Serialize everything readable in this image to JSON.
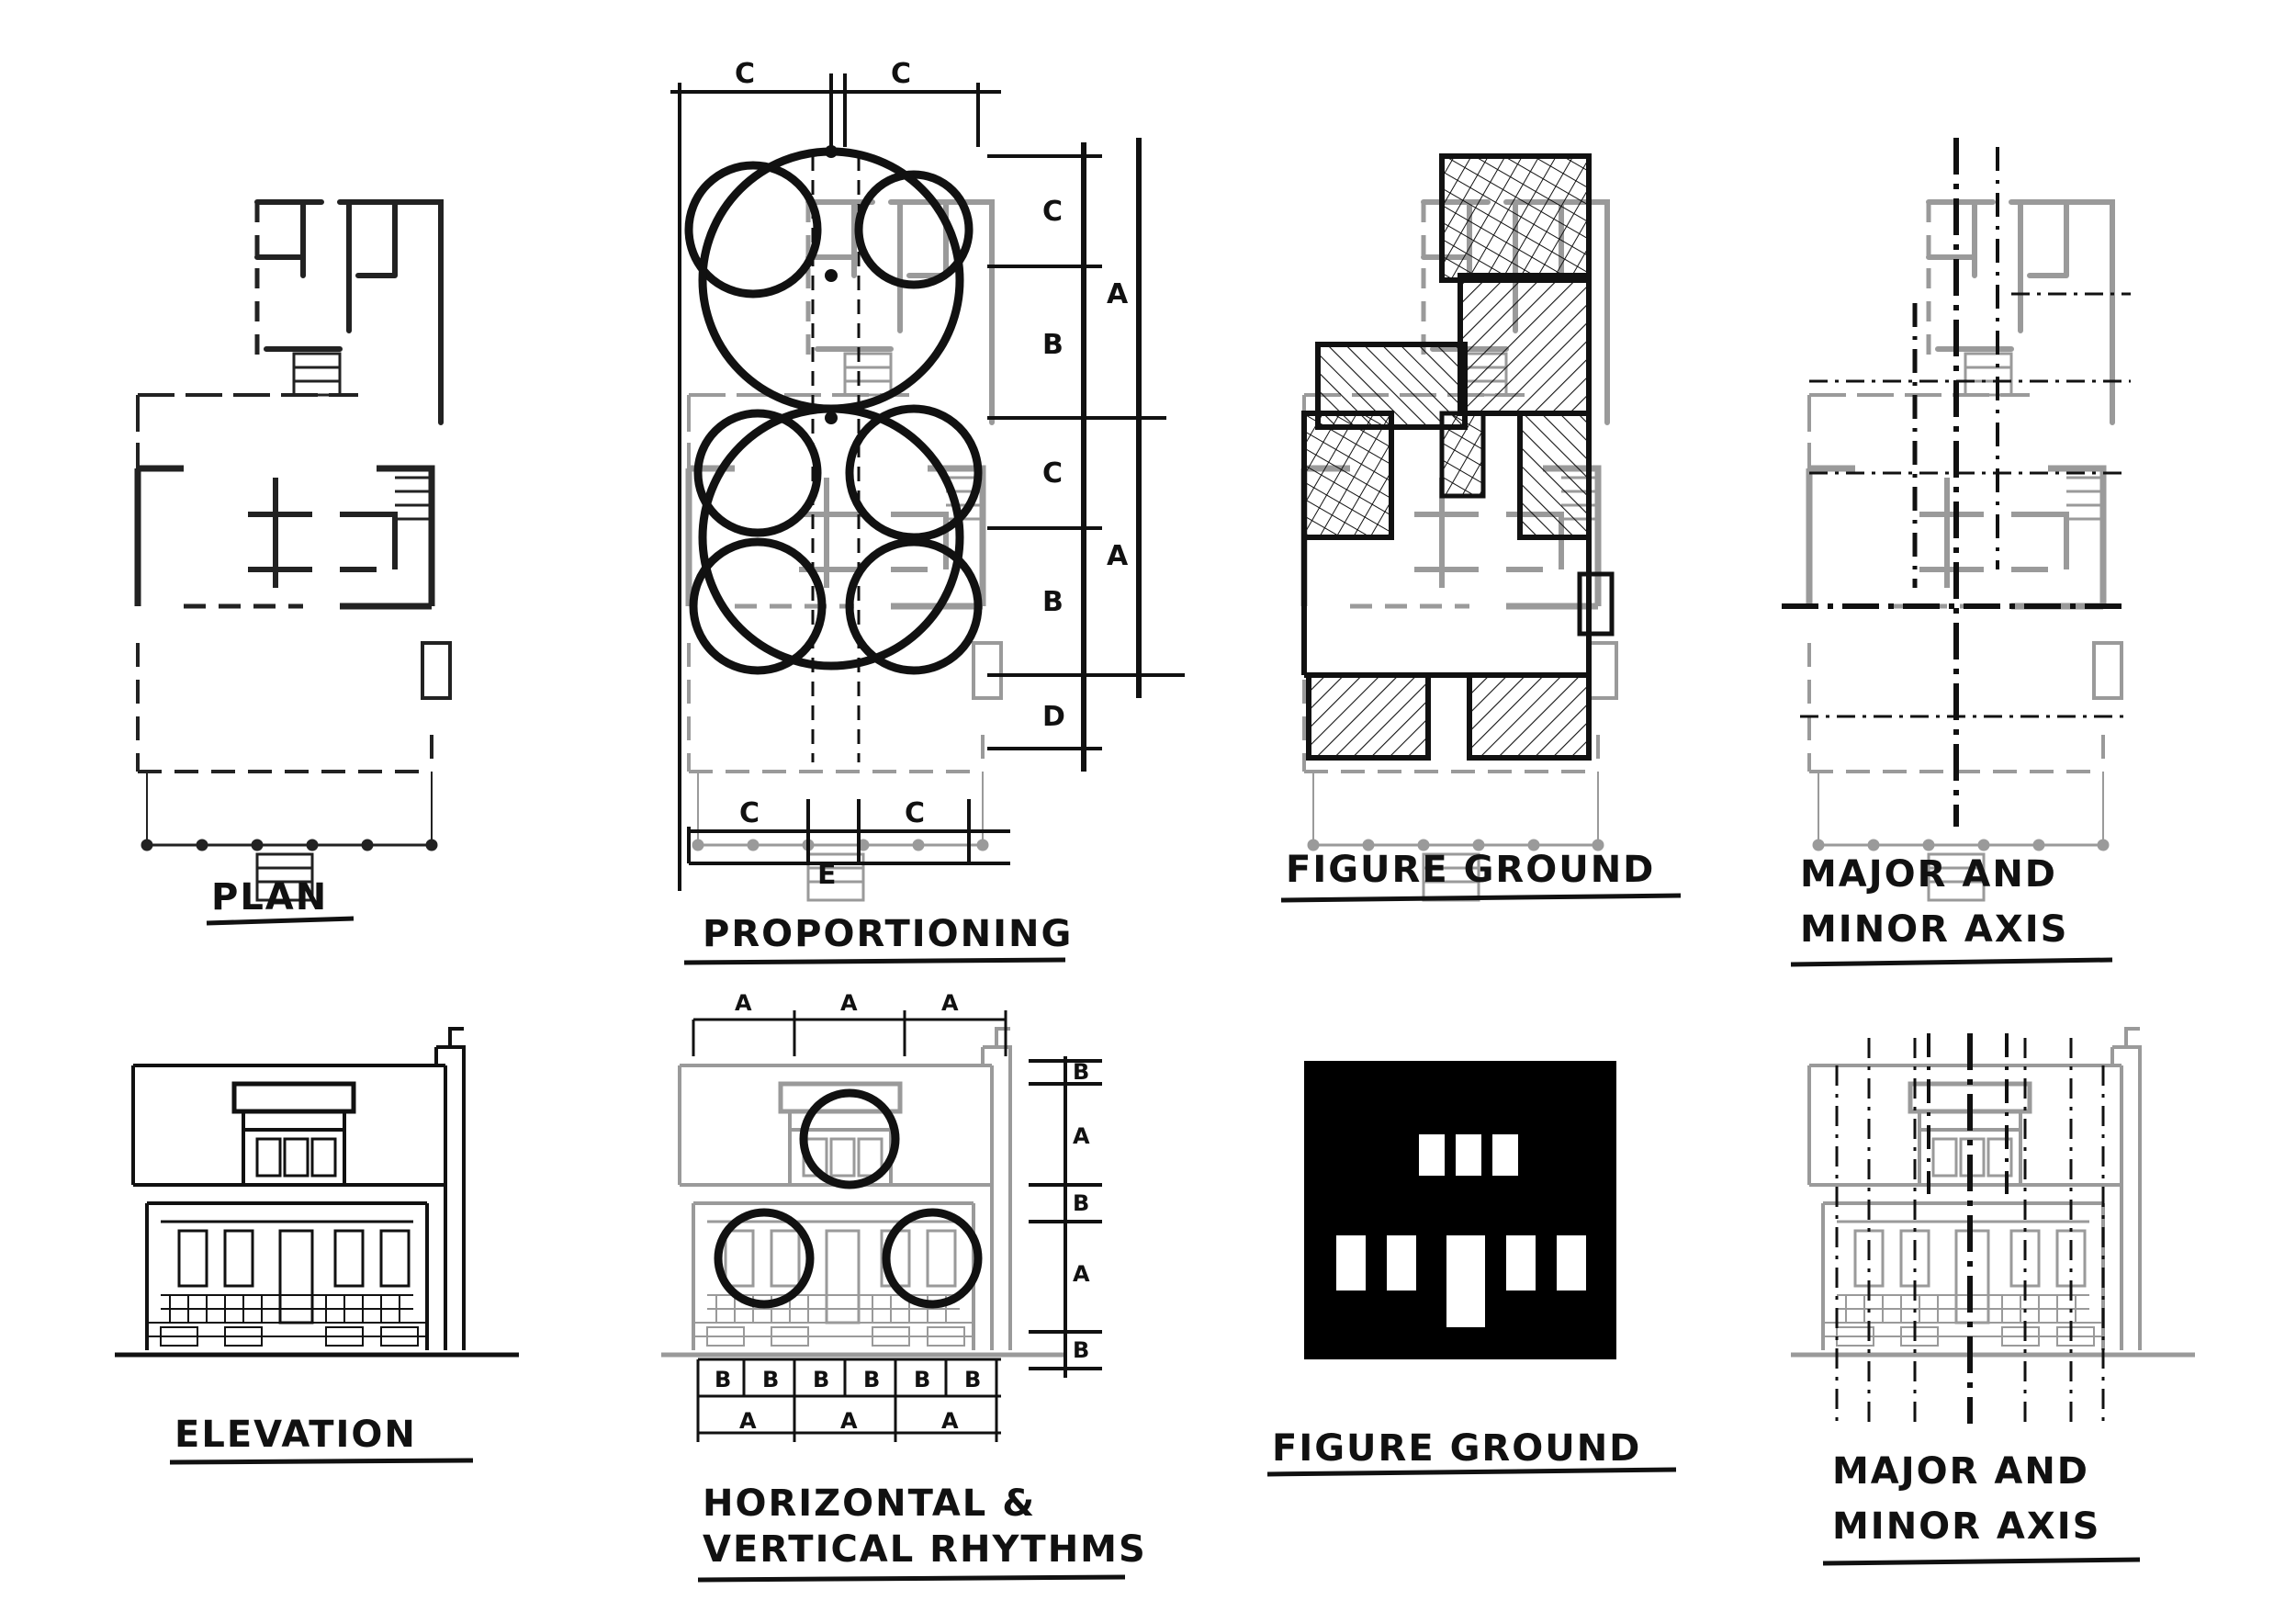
{
  "colors": {
    "ink": "#111111",
    "grey": "#9a9a9a",
    "paper": "#ffffff"
  },
  "captions": {
    "plan": "PLAN",
    "proportioning": "PROPORTIONING",
    "figure_ground_plan": "FIGURE GROUND",
    "axis_plan_line1": "MAJOR AND",
    "axis_plan_line2": "MINOR AXIS",
    "elevation": "ELEVATION",
    "rhythms_line1": "HORIZONTAL &",
    "rhythms_line2": "VERTICAL RHYTHMS",
    "figure_ground_elev": "FIGURE GROUND",
    "axis_elev_line1": "MAJOR AND",
    "axis_elev_line2": "MINOR AXIS"
  },
  "proportioning_dims": {
    "top": [
      "C",
      "C"
    ],
    "right": [
      "C",
      "B",
      "C",
      "B",
      "D"
    ],
    "far_right": [
      "A",
      "A"
    ],
    "bottom": [
      "C",
      "C"
    ],
    "bottom_total": "E"
  },
  "rhythm_dims": {
    "top": [
      "A",
      "A",
      "A"
    ],
    "right": [
      "B",
      "A",
      "B",
      "A",
      "B"
    ],
    "bottom_small": [
      "B",
      "B",
      "B",
      "B",
      "B",
      "B"
    ],
    "bottom_large": [
      "A",
      "A",
      "A"
    ]
  }
}
